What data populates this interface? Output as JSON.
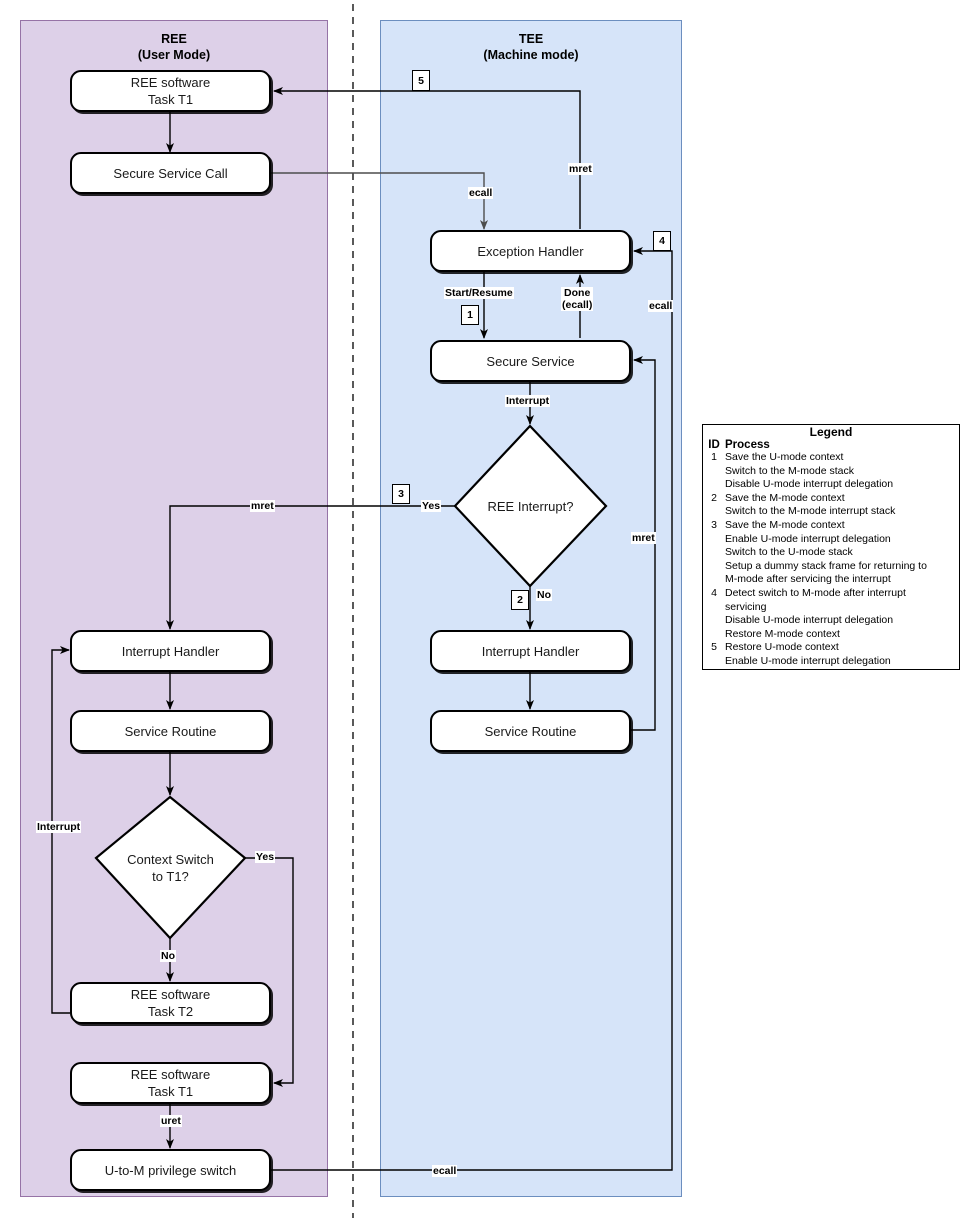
{
  "panels": {
    "ree": {
      "title": "REE",
      "subtitle": "(User Mode)",
      "color": "#ddd0e8",
      "border": "#9673a6"
    },
    "tee": {
      "title": "TEE",
      "subtitle": "(Machine mode)",
      "color": "#d6e4f9",
      "border": "#6c8ebf"
    }
  },
  "nodes": {
    "ree_task_t1_top": "REE software\nTask T1",
    "ree_task_t1_top_l1": "REE software",
    "ree_task_t1_top_l2": "Task T1",
    "secure_service_call": "Secure Service Call",
    "exception_handler": "Exception Handler",
    "secure_service": "Secure Service",
    "ree_interrupt_decision_l1": "REE Interrupt?",
    "tee_interrupt_handler": "Interrupt Handler",
    "tee_service_routine": "Service Routine",
    "ree_interrupt_handler": "Interrupt Handler",
    "ree_service_routine": "Service Routine",
    "context_switch_l1": "Context Switch",
    "context_switch_l2": "to T1?",
    "ree_task_t2_l1": "REE software",
    "ree_task_t2_l2": "Task T2",
    "ree_task_t1_bottom_l1": "REE software",
    "ree_task_t1_bottom_l2": "Task T1",
    "u_to_m_switch": "U-to-M privilege switch"
  },
  "edge_labels": {
    "ecall_top": "ecall",
    "mret_top": "mret",
    "start_resume": "Start/Resume",
    "done_ecall_l1": "Done",
    "done_ecall_l2": "(ecall)",
    "ecall_right": "ecall",
    "interrupt_mid": "Interrupt",
    "yes_ree_interrupt": "Yes",
    "no_ree_interrupt": "No",
    "mret_left": "mret",
    "mret_right": "mret",
    "interrupt_left": "Interrupt",
    "yes_context_switch": "Yes",
    "no_context_switch": "No",
    "uret": "uret",
    "ecall_bottom": "ecall"
  },
  "step_markers": {
    "s1": "1",
    "s2": "2",
    "s3": "3",
    "s4": "4",
    "s5": "5"
  },
  "legend": {
    "title": "Legend",
    "columns": [
      "ID",
      "Process"
    ],
    "rows": [
      {
        "id": "1",
        "process": "Save the U-mode context\nSwitch to the M-mode stack\nDisable U-mode interrupt delegation"
      },
      {
        "id": "2",
        "process": "Save the M-mode context\nSwitch to the M-mode interrupt stack"
      },
      {
        "id": "3",
        "process": "Save the M-mode context\nEnable U-mode interrupt delegation\nSwitch to the U-mode stack\nSetup a dummy stack frame for returning to\nM-mode after servicing the interrupt"
      },
      {
        "id": "4",
        "process": "Detect switch to M-mode after interrupt\nservicing\nDisable U-mode interrupt delegation\nRestore M-mode context"
      },
      {
        "id": "5",
        "process": "Restore U-mode context\nEnable U-mode interrupt delegation"
      }
    ]
  }
}
